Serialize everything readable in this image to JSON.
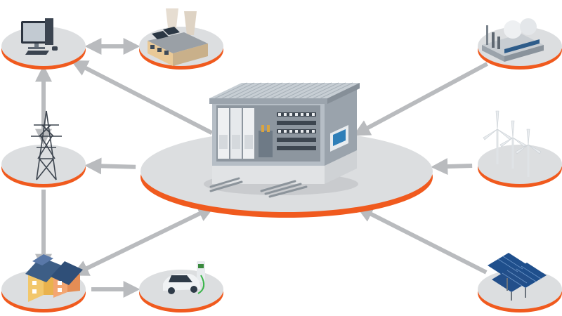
{
  "diagram": {
    "hub": {
      "name": "power-distribution-substation",
      "icon": "substation-cabinet-icon"
    },
    "nodes": [
      {
        "id": "computer",
        "icon": "desktop-computer-icon"
      },
      {
        "id": "factory",
        "icon": "factory-cooling-towers-icon"
      },
      {
        "id": "pylon",
        "icon": "transmission-tower-icon"
      },
      {
        "id": "houses",
        "icon": "residential-houses-icon"
      },
      {
        "id": "ev",
        "icon": "electric-vehicle-charging-icon"
      },
      {
        "id": "plant",
        "icon": "gas-plant-storage-tanks-icon"
      },
      {
        "id": "wind",
        "icon": "wind-turbines-icon"
      },
      {
        "id": "solar",
        "icon": "solar-panels-icon"
      }
    ],
    "connections": [
      {
        "from": "computer",
        "to": "factory",
        "direction": "both"
      },
      {
        "from": "computer",
        "to": "pylon",
        "direction": "both"
      },
      {
        "from": "hub",
        "to": "computer",
        "direction": "forward"
      },
      {
        "from": "hub",
        "to": "pylon",
        "direction": "forward"
      },
      {
        "from": "pylon",
        "to": "houses",
        "direction": "forward"
      },
      {
        "from": "houses",
        "to": "ev",
        "direction": "forward"
      },
      {
        "from": "hub",
        "to": "houses",
        "direction": "both"
      },
      {
        "from": "plant",
        "to": "hub",
        "direction": "forward"
      },
      {
        "from": "wind",
        "to": "hub",
        "direction": "forward"
      },
      {
        "from": "solar",
        "to": "hub",
        "direction": "forward"
      }
    ],
    "colors": {
      "disc_top": "#dcdee0",
      "disc_rim": "#f05a1e",
      "arrow": "#b9bbbe",
      "background": "#ffffff"
    }
  }
}
